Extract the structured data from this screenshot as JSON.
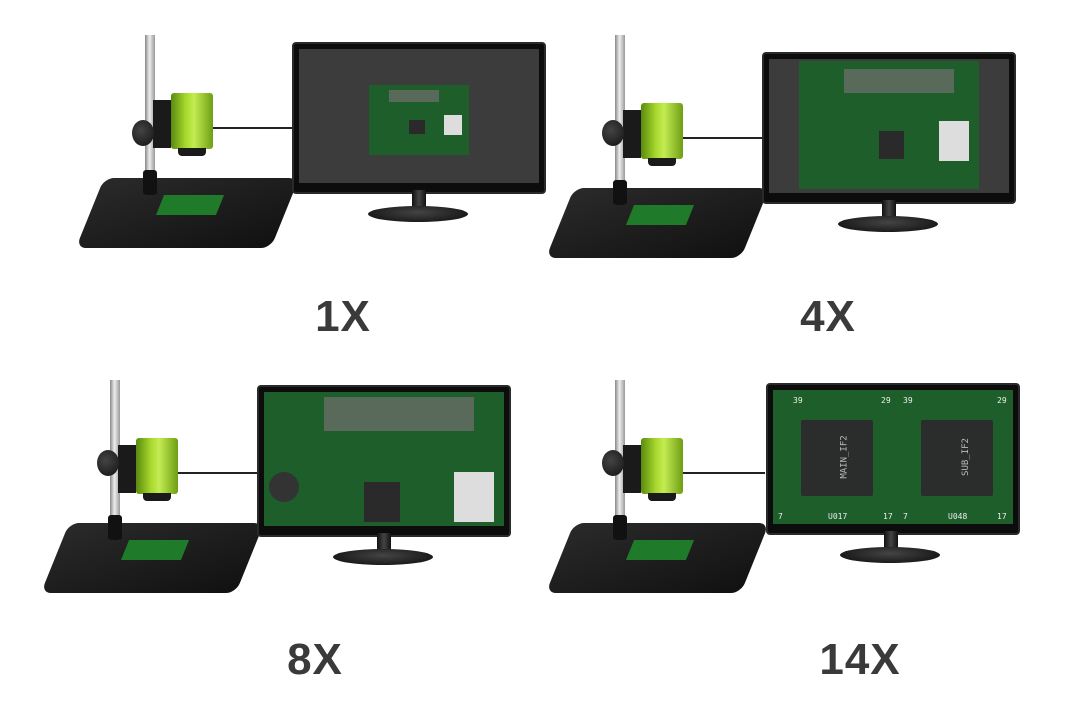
{
  "image_description": "Digital microscope on stand connected to monitor, shown at four magnification levels",
  "panels": [
    {
      "magnification": "1X"
    },
    {
      "magnification": "4X"
    },
    {
      "magnification": "8X"
    },
    {
      "magnification": "14X"
    }
  ],
  "chip_labels": {
    "left_chip": "MAIN_IF2",
    "right_chip": "SUB_IF2",
    "left_ref": "U017",
    "right_ref": "U048",
    "pin_top_left": "39",
    "pin_top_right": "29",
    "pin_bottom_left": "7",
    "pin_bottom_right": "17"
  },
  "colors": {
    "label_text": "#3a3a3a",
    "camera_green": "#a6d82c",
    "pcb_green": "#1d5e2a"
  }
}
